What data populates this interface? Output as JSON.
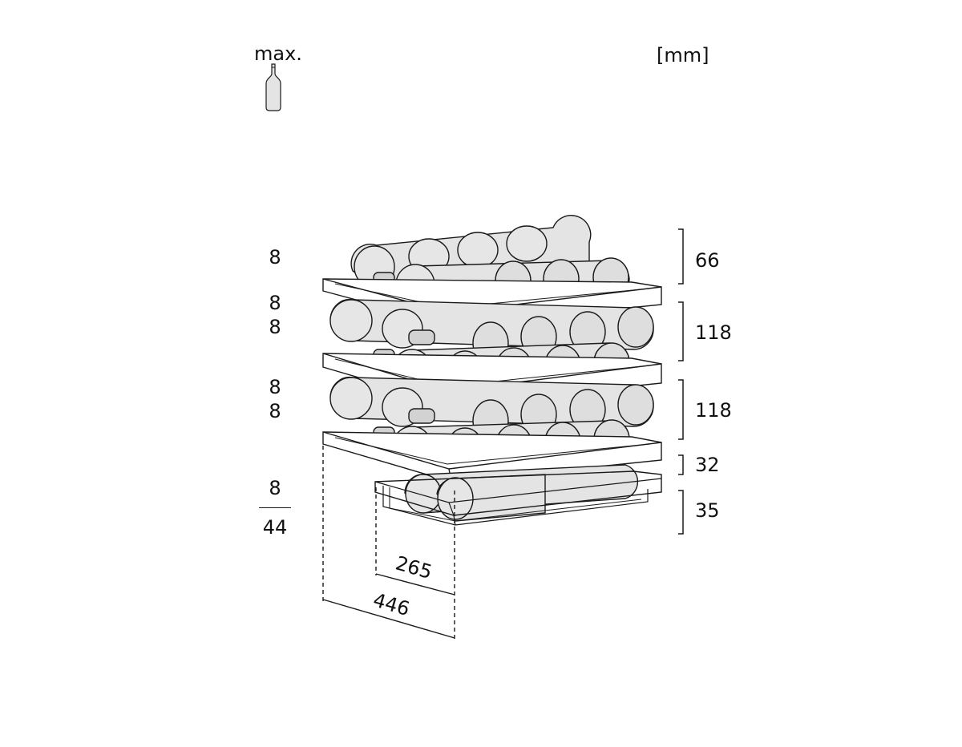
{
  "header": {
    "max_label": "max.",
    "unit_label": "[mm]",
    "icon": "wine-bottle-icon"
  },
  "shelves": [
    {
      "bottle_count": "8",
      "height_mm": "66"
    },
    {
      "bottle_count": "8",
      "height_mm": "118"
    },
    {
      "bottle_count": "8"
    },
    {
      "bottle_count": "8",
      "height_mm": "118"
    },
    {
      "bottle_count": "8",
      "height_mm": "32"
    },
    {
      "bottle_count": "8",
      "height_mm": "35"
    }
  ],
  "total_bottles": "44",
  "depth_dimensions": {
    "drawer_depth_mm": "265",
    "shelf_depth_mm": "446"
  },
  "colors": {
    "line": "#1a1a1a",
    "bottle_fill": "#e4e4e4",
    "bottle_end": "#d2d2d2",
    "shelf_fill": "#ffffff"
  }
}
